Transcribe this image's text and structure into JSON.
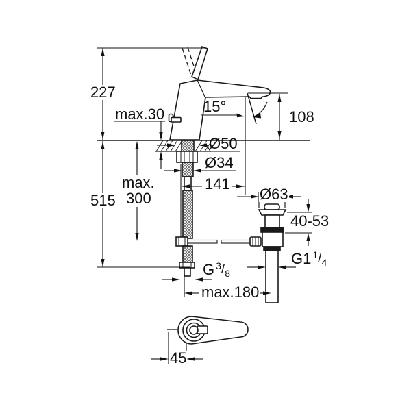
{
  "dims": {
    "height_above_deck": "227",
    "overall_length": "515",
    "max_counter_thickness": "max.30",
    "spray_angle": "15°",
    "outlet_height": "108",
    "base_diameter": "Ø50",
    "shank_diameter": "Ø34",
    "spout_projection": "141",
    "hose_length_prefix": "max.",
    "hose_length_value": "300",
    "waste_flange_diameter": "Ø63",
    "waste_clamping_range": "40-53",
    "waste_thread_main": "G1",
    "waste_thread_num": "1",
    "waste_thread_slash": "/",
    "waste_thread_den": "4",
    "supply_thread_main": "G",
    "supply_thread_num": "3",
    "supply_thread_slash": "/",
    "supply_thread_den": "8",
    "max_pop_up_rod_distance": "max.180",
    "lever_pin_offset": "45"
  },
  "colors": {
    "object_line": "#1a1a1a",
    "dimension_line": "#111111",
    "background": "#ffffff"
  }
}
